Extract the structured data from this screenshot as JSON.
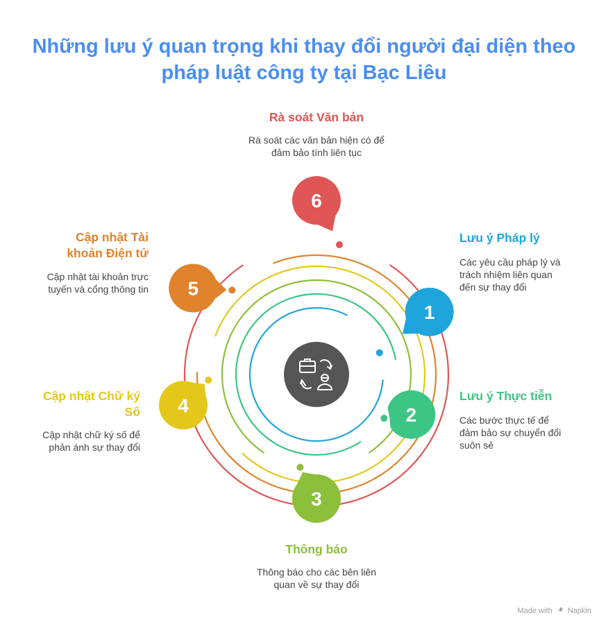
{
  "title": {
    "line1": "Những lưu ý quan trọng khi thay đổi người đại diện theo",
    "line2": "pháp luật công ty tại Bạc Liêu"
  },
  "steps": [
    {
      "number": "1",
      "color": "#1fa5dc",
      "title_lines": [
        "Lưu ý Pháp lý"
      ],
      "desc_lines": [
        "Các yêu cầu pháp lý và",
        "trách nhiệm liên quan",
        "đến sự thay đổi"
      ]
    },
    {
      "number": "2",
      "color": "#3cc584",
      "title_lines": [
        "Lưu ý Thực tiễn"
      ],
      "desc_lines": [
        "Các bước thực tế để",
        "đảm bảo sự chuyển đổi",
        "suôn sẻ"
      ]
    },
    {
      "number": "3",
      "color": "#8cbf3a",
      "title_lines": [
        "Thông báo"
      ],
      "desc_lines": [
        "Thông báo cho các bên liên",
        "quan về sự thay đổi"
      ]
    },
    {
      "number": "4",
      "color": "#e3c81b",
      "title_lines": [
        "Cập nhật Chữ ký",
        "Số"
      ],
      "desc_lines": [
        "Cập nhật chữ ký số để",
        "phản ánh sự thay đổi"
      ]
    },
    {
      "number": "5",
      "color": "#e0832c",
      "title_lines": [
        "Cập nhật Tài",
        "khoản Điện tử"
      ],
      "desc_lines": [
        "Cập nhật tài khoản trực",
        "tuyến và cổng thông tin"
      ]
    },
    {
      "number": "6",
      "color": "#e05555",
      "title_lines": [
        "Rà soát Văn bản"
      ],
      "desc_lines": [
        "Rà soát các văn bản hiện có để",
        "đảm bảo tính liên tục"
      ]
    }
  ],
  "center_icon": "briefcase-person-swap-icon",
  "center_color": "#555555",
  "footer": {
    "made_with": "Made with",
    "brand": "Napkin",
    "brand_icon": "napkin-logo-icon"
  }
}
